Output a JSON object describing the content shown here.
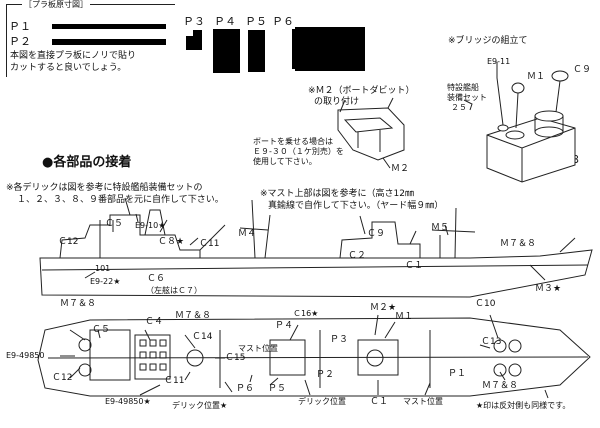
{
  "template_box": {
    "title": "［プラ板原寸図］",
    "p1_label": "Ｐ１",
    "p2_label": "Ｐ２",
    "note_line1": "本図を直接プラ板にノリで貼り",
    "note_line2": "カットすると良いでしょう。",
    "p3_label": "Ｐ３",
    "p4_label": "Ｐ４",
    "p5_label": "Ｐ５",
    "p6_label": "Ｐ６"
  },
  "bridge": {
    "title": "※ブリッジの組立て",
    "e9_11": "E9-11",
    "m1": "Ｍ１",
    "c9": "Ｃ９",
    "special_line1": "特設艦船",
    "special_line2": "装備セット",
    "special_num": "２５",
    "c3": "Ｃ３"
  },
  "m2_detail": {
    "title_line1": "※Ｍ２（ボートダビット）",
    "title_line2": "の取り付け",
    "note_line1": "ボートを乗せる場合は",
    "note_line2": "Ｅ９-３０（１ケ別売）を",
    "note_line3": "使用して下さい。",
    "m2": "Ｍ２"
  },
  "section_title": "●各部品の接着",
  "notes": {
    "derrick_line1": "※各デリックは図を参考に特設艦船装備セットの",
    "derrick_line2": "１、２、３、８、９番部品を元に自作して下さい。",
    "mast_line1": "※マスト上部は図を参考に（高さ12㎜",
    "mast_line2": "真鍮線で自作して下さい。（ヤード幅９㎜）"
  },
  "side_labels": {
    "c12": "Ｃ12",
    "c5": "Ｃ５",
    "e9_10": "E9-10★",
    "c8": "Ｃ８★",
    "c11": "Ｃ11",
    "m4": "Ｍ４",
    "c9": "Ｃ９",
    "m5": "Ｍ５",
    "m7_8": "Ｍ７＆８",
    "c2": "Ｃ２",
    "c1": "Ｃ１",
    "c6": "Ｃ６",
    "c6_note": "（左舷はＣ７）",
    "e9_22": "E9-22★",
    "m3": "Ｍ３★",
    "num_101": "101"
  },
  "plan_labels": {
    "m7_8_left": "Ｍ７＆８",
    "c5": "Ｃ５",
    "c4": "Ｃ４",
    "m7_8_mid": "Ｍ７＆８",
    "c14": "Ｃ14",
    "c16": "Ｃ16★",
    "p4": "Ｐ４",
    "m2": "Ｍ２★",
    "m1": "Ｍ１",
    "c10": "Ｃ10",
    "c13": "Ｃ13",
    "e9_49850_left": "E9-49850",
    "c12": "Ｃ12",
    "c11": "Ｃ11",
    "c15": "Ｃ15",
    "mast_pos_1": "マスト位置",
    "p3": "Ｐ３",
    "p2": "Ｐ２",
    "p1": "Ｐ１",
    "p6": "Ｐ６",
    "p5": "Ｐ５",
    "c1": "Ｃ１",
    "mast_pos_2": "マスト位置",
    "m7_8_right": "Ｍ７＆８",
    "e9_49850_bottom": "E9-49850★",
    "derrick_pos_1": "デリック位置★",
    "derrick_pos_2": "デリック位置",
    "star_note": "★印は反対側も同様です。"
  }
}
